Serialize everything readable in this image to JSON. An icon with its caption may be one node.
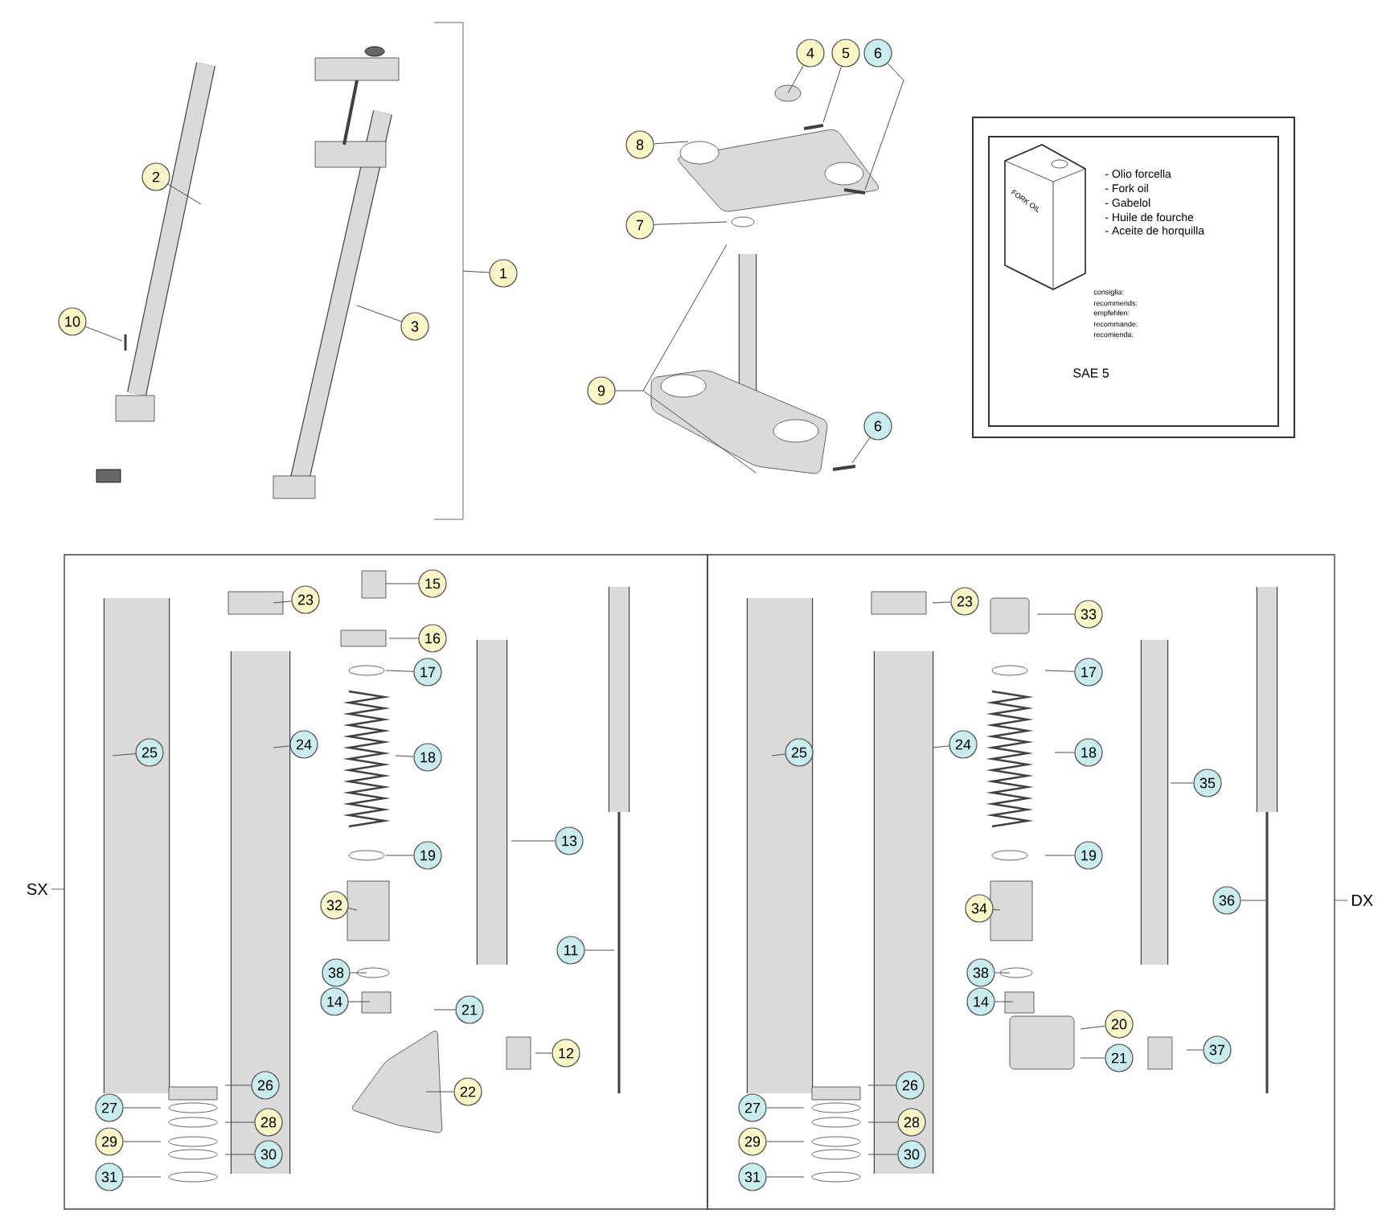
{
  "diagram": {
    "nodes": [
      {
        "text": [
          "1"
        ]
      },
      {
        "text": [
          "2"
        ]
      },
      {
        "text": [
          "3"
        ]
      },
      {
        "text": [
          "10"
        ]
      },
      {
        "text": [
          "4"
        ]
      },
      {
        "text": [
          "5"
        ]
      },
      {
        "text": [
          "6"
        ]
      },
      {
        "text": [
          "8"
        ]
      },
      {
        "text": [
          "7"
        ]
      },
      {
        "text": [
          "9"
        ]
      },
      {
        "text": [
          "6"
        ]
      },
      {
        "text": [
          "- Olio forcella",
          "- Fork oil",
          "- Gabelol",
          "- Huile de fourche",
          "- Aceite de horquilla",
          "consiglia:",
          "recommends:",
          "empfehlen:",
          "recommande:",
          "recomienda:",
          "SAE 5"
        ]
      },
      {
        "text": [
          "SX"
        ]
      },
      {
        "text": [
          "23"
        ],
        "in": 12
      },
      {
        "text": [
          "15"
        ],
        "in": 12
      },
      {
        "text": [
          "16"
        ],
        "in": 12
      },
      {
        "text": [
          "17"
        ],
        "in": 12
      },
      {
        "text": [
          "25"
        ],
        "in": 12
      },
      {
        "text": [
          "24"
        ],
        "in": 12
      },
      {
        "text": [
          "18"
        ],
        "in": 12
      },
      {
        "text": [
          "13"
        ],
        "in": 12
      },
      {
        "text": [
          "19"
        ],
        "in": 12
      },
      {
        "text": [
          "32"
        ],
        "in": 12
      },
      {
        "text": [
          "11"
        ],
        "in": 12
      },
      {
        "text": [
          "38"
        ],
        "in": 12
      },
      {
        "text": [
          "14"
        ],
        "in": 12
      },
      {
        "text": [
          "21"
        ],
        "in": 12
      },
      {
        "text": [
          "12"
        ],
        "in": 12
      },
      {
        "text": [
          "26"
        ],
        "in": 12
      },
      {
        "text": [
          "22"
        ],
        "in": 12
      },
      {
        "text": [
          "27"
        ],
        "in": 12
      },
      {
        "text": [
          "28"
        ],
        "in": 12
      },
      {
        "text": [
          "29"
        ],
        "in": 12
      },
      {
        "text": [
          "30"
        ],
        "in": 12
      },
      {
        "text": [
          "31"
        ],
        "in": 12
      },
      {
        "text": [
          "DX"
        ]
      },
      {
        "text": [
          "23"
        ],
        "in": 35
      },
      {
        "text": [
          "33"
        ],
        "in": 35
      },
      {
        "text": [
          "17"
        ],
        "in": 35
      },
      {
        "text": [
          "25"
        ],
        "in": 35
      },
      {
        "text": [
          "24"
        ],
        "in": 35
      },
      {
        "text": [
          "18"
        ],
        "in": 35
      },
      {
        "text": [
          "35"
        ],
        "in": 35
      },
      {
        "text": [
          "19"
        ],
        "in": 35
      },
      {
        "text": [
          "34"
        ],
        "in": 35
      },
      {
        "text": [
          "36"
        ],
        "in": 35
      },
      {
        "text": [
          "38"
        ],
        "in": 35
      },
      {
        "text": [
          "14"
        ],
        "in": 35
      },
      {
        "text": [
          "20"
        ],
        "in": 35
      },
      {
        "text": [
          "21"
        ],
        "in": 35
      },
      {
        "text": [
          "37"
        ],
        "in": 35
      },
      {
        "text": [
          "26"
        ],
        "in": 35
      },
      {
        "text": [
          "27"
        ],
        "in": 35
      },
      {
        "text": [
          "28"
        ],
        "in": 35
      },
      {
        "text": [
          "29"
        ],
        "in": 35
      },
      {
        "text": [
          "30"
        ],
        "in": 35
      },
      {
        "text": [
          "31"
        ],
        "in": 35
      },
      {
        "text": [],
        "shape": "bracket"
      }
    ],
    "edges": [
      {
        "from": 0,
        "to": 57,
        "arrow": "none"
      },
      {
        "from": 1,
        "to": null,
        "arrow": "none"
      },
      {
        "from": 2,
        "to": null,
        "arrow": "none"
      },
      {
        "from": 3,
        "to": null,
        "arrow": "none"
      },
      {
        "from": 4,
        "to": null,
        "arrow": "none"
      },
      {
        "from": 5,
        "to": null,
        "arrow": "none"
      },
      {
        "from": 6,
        "to": null,
        "arrow": "none"
      },
      {
        "from": 7,
        "to": null,
        "arrow": "none"
      },
      {
        "from": 8,
        "to": null,
        "arrow": "none"
      },
      {
        "from": 9,
        "to": null,
        "arrow": "none"
      },
      {
        "from": 10,
        "to": null,
        "arrow": "none"
      },
      {
        "from": 13,
        "to": null,
        "arrow": "none"
      },
      {
        "from": 14,
        "to": null,
        "arrow": "none"
      },
      {
        "from": 15,
        "to": null,
        "arrow": "none"
      },
      {
        "from": 16,
        "to": null,
        "arrow": "none"
      },
      {
        "from": 17,
        "to": null,
        "arrow": "none"
      },
      {
        "from": 18,
        "to": null,
        "arrow": "none"
      },
      {
        "from": 19,
        "to": null,
        "arrow": "none"
      },
      {
        "from": 20,
        "to": null,
        "arrow": "none"
      },
      {
        "from": 21,
        "to": null,
        "arrow": "none"
      },
      {
        "from": 22,
        "to": null,
        "arrow": "none"
      },
      {
        "from": 23,
        "to": null,
        "arrow": "none"
      },
      {
        "from": 24,
        "to": null,
        "arrow": "none"
      },
      {
        "from": 25,
        "to": null,
        "arrow": "none"
      },
      {
        "from": 26,
        "to": null,
        "arrow": "none"
      },
      {
        "from": 27,
        "to": null,
        "arrow": "none"
      },
      {
        "from": 28,
        "to": null,
        "arrow": "none"
      },
      {
        "from": 29,
        "to": null,
        "arrow": "none"
      },
      {
        "from": 30,
        "to": null,
        "arrow": "none"
      },
      {
        "from": 31,
        "to": null,
        "arrow": "none"
      },
      {
        "from": 32,
        "to": null,
        "arrow": "none"
      },
      {
        "from": 33,
        "to": null,
        "arrow": "none"
      },
      {
        "from": 34,
        "to": null,
        "arrow": "none"
      },
      {
        "from": 36,
        "to": null,
        "arrow": "none"
      },
      {
        "from": 37,
        "to": null,
        "arrow": "none"
      },
      {
        "from": 38,
        "to": null,
        "arrow": "none"
      },
      {
        "from": 39,
        "to": null,
        "arrow": "none"
      },
      {
        "from": 40,
        "to": null,
        "arrow": "none"
      },
      {
        "from": 41,
        "to": null,
        "arrow": "none"
      },
      {
        "from": 42,
        "to": null,
        "arrow": "none"
      },
      {
        "from": 43,
        "to": null,
        "arrow": "none"
      },
      {
        "from": 44,
        "to": null,
        "arrow": "none"
      },
      {
        "from": 45,
        "to": null,
        "arrow": "none"
      },
      {
        "from": 46,
        "to": null,
        "arrow": "none"
      },
      {
        "from": 47,
        "to": null,
        "arrow": "none"
      },
      {
        "from": 48,
        "to": null,
        "arrow": "none"
      },
      {
        "from": 49,
        "to": null,
        "arrow": "none"
      },
      {
        "from": 50,
        "to": null,
        "arrow": "none"
      },
      {
        "from": 51,
        "to": null,
        "arrow": "none"
      },
      {
        "from": 52,
        "to": null,
        "arrow": "none"
      },
      {
        "from": 53,
        "to": null,
        "arrow": "none"
      },
      {
        "from": 54,
        "to": null,
        "arrow": "none"
      },
      {
        "from": 55,
        "to": null,
        "arrow": "none"
      },
      {
        "from": 56,
        "to": null,
        "arrow": "none"
      }
    ],
    "labels": [
      "FORK OIL"
    ]
  }
}
